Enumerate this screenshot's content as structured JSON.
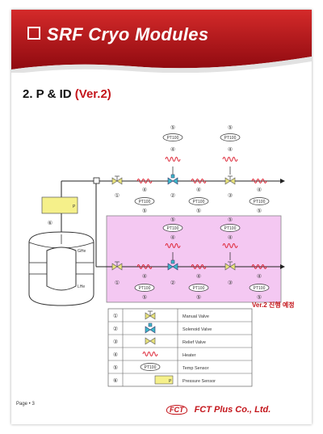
{
  "header": {
    "title": "SRF Cryo Modules"
  },
  "section": {
    "title": "2. P & ID",
    "version": "(Ver.2)"
  },
  "diagram": {
    "sensor_label": "PT100",
    "pressure_label": "P",
    "ghe_label": "GHe",
    "lhe_label": "LHe",
    "circled_numbers": [
      "①",
      "②",
      "③",
      "④",
      "⑤",
      "⑥"
    ]
  },
  "legend": [
    {
      "num": "①",
      "label": "Manual Valve"
    },
    {
      "num": "②",
      "label": "Solenoid Valve"
    },
    {
      "num": "③",
      "label": "Relief Valve"
    },
    {
      "num": "④",
      "label": "Heater"
    },
    {
      "num": "⑤",
      "label": "Temp Sensor"
    },
    {
      "num": "⑥",
      "label": "Pressure Sensor"
    }
  ],
  "note": "Ver.2 진행 예정",
  "footer": {
    "page": "Page • 3",
    "logo": "FCT",
    "company": "FCT Plus Co., Ltd."
  },
  "colors": {
    "banner_red": "#b01117",
    "accent_red": "#c4161c",
    "pink_box": "#f4c8f2",
    "valve_yellow": "#e8e27a",
    "valve_cyan": "#3cb7c9",
    "pressure_yellow": "#f5f08a"
  }
}
